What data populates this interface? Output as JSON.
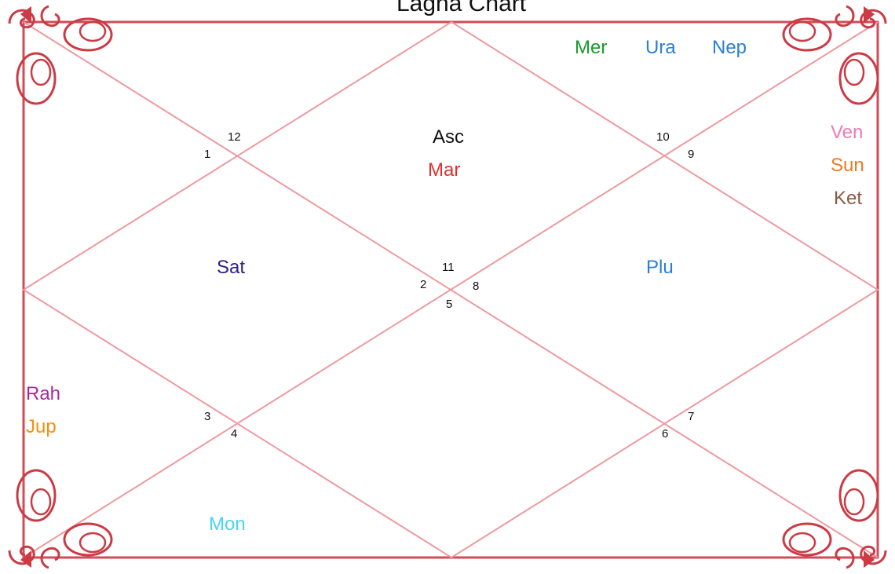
{
  "title": "Lagna Chart",
  "colors": {
    "frame": "#d24b55",
    "lines": "#ee9aa0",
    "ornament": "#cc3a44"
  },
  "house_numbers": {
    "h1": "1",
    "h2": "2",
    "h3": "3",
    "h4": "4",
    "h5": "5",
    "h6": "6",
    "h7": "7",
    "h8": "8",
    "h9": "9",
    "h10": "10",
    "h11": "11",
    "h12": "12"
  },
  "planets": {
    "asc": {
      "label": "Asc",
      "color": "#111111"
    },
    "mar": {
      "label": "Mar",
      "color": "#e03030"
    },
    "mer": {
      "label": "Mer",
      "color": "#1a9a2a"
    },
    "ura": {
      "label": "Ura",
      "color": "#2a7fd4"
    },
    "nep": {
      "label": "Nep",
      "color": "#2a7fd4"
    },
    "ven": {
      "label": "Ven",
      "color": "#f07ab2"
    },
    "sun": {
      "label": "Sun",
      "color": "#f07a20"
    },
    "ket": {
      "label": "Ket",
      "color": "#8a5a40"
    },
    "sat": {
      "label": "Sat",
      "color": "#2a1f8f"
    },
    "plu": {
      "label": "Plu",
      "color": "#2a7fd4"
    },
    "rah": {
      "label": "Rah",
      "color": "#a62a9e"
    },
    "jup": {
      "label": "Jup",
      "color": "#f5900a"
    },
    "mon": {
      "label": "Mon",
      "color": "#4ad6f0"
    }
  }
}
